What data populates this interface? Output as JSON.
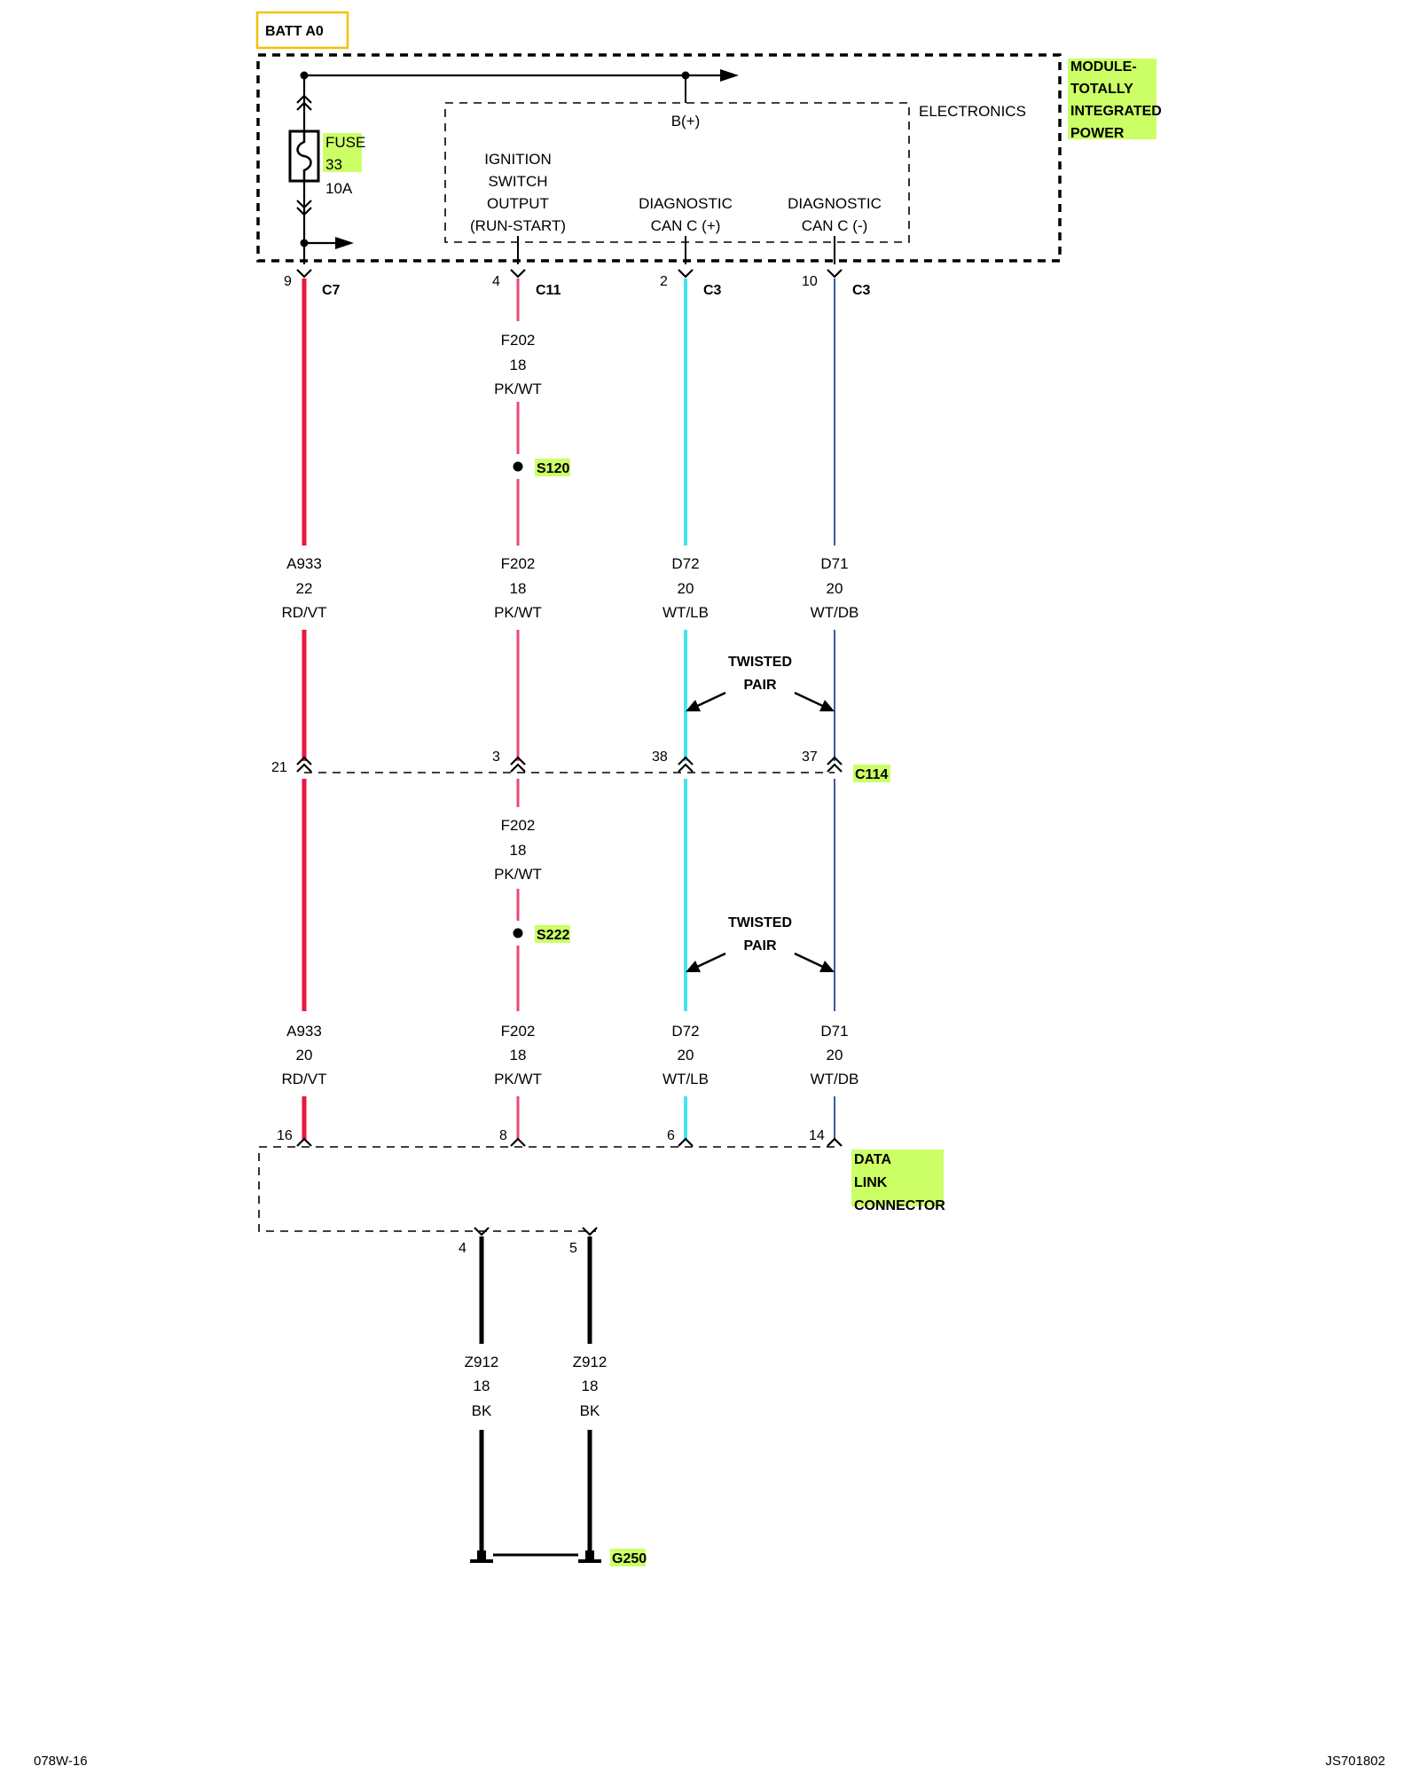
{
  "header": {
    "batt": "BATT A0"
  },
  "module": {
    "title": [
      "MODULE-",
      "TOTALLY",
      "INTEGRATED",
      "POWER"
    ],
    "electronics": "ELECTRONICS",
    "bplus": "B(+)",
    "ignition": [
      "IGNITION",
      "SWITCH",
      "OUTPUT",
      "(RUN-START)"
    ],
    "can_plus": [
      "DIAGNOSTIC",
      "CAN C (+)"
    ],
    "can_minus": [
      "DIAGNOSTIC",
      "CAN C (-)"
    ],
    "fuse": {
      "label": "FUSE",
      "number": "33",
      "rating": "10A"
    }
  },
  "connectors": {
    "c7": {
      "name": "C7",
      "pin": "9"
    },
    "c11": {
      "name": "C11",
      "pin": "4"
    },
    "c3a": {
      "name": "C3",
      "pin": "2"
    },
    "c3b": {
      "name": "C3",
      "pin": "10"
    },
    "c114": {
      "name": "C114",
      "pins": [
        "21",
        "3",
        "38",
        "37"
      ]
    },
    "dlc": {
      "name": [
        "DATA",
        "LINK",
        "CONNECTOR"
      ],
      "pins": [
        "16",
        "8",
        "6",
        "14"
      ],
      "ground_pins": [
        "4",
        "5"
      ]
    }
  },
  "wires": {
    "upper": [
      {
        "circuit": "A933",
        "gauge": "22",
        "color": "RD/VT"
      },
      {
        "circuit": "F202",
        "gauge": "18",
        "color": "PK/WT"
      },
      {
        "circuit": "D72",
        "gauge": "20",
        "color": "WT/LB"
      },
      {
        "circuit": "D71",
        "gauge": "20",
        "color": "WT/DB"
      }
    ],
    "f202_top": {
      "circuit": "F202",
      "gauge": "18",
      "color": "PK/WT"
    },
    "f202_mid": {
      "circuit": "F202",
      "gauge": "18",
      "color": "PK/WT"
    },
    "lower": [
      {
        "circuit": "A933",
        "gauge": "20",
        "color": "RD/VT"
      },
      {
        "circuit": "F202",
        "gauge": "18",
        "color": "PK/WT"
      },
      {
        "circuit": "D72",
        "gauge": "20",
        "color": "WT/LB"
      },
      {
        "circuit": "D71",
        "gauge": "20",
        "color": "WT/DB"
      }
    ],
    "ground": [
      {
        "circuit": "Z912",
        "gauge": "18",
        "color": "BK"
      },
      {
        "circuit": "Z912",
        "gauge": "18",
        "color": "BK"
      }
    ]
  },
  "splices": {
    "s120": "S120",
    "s222": "S222"
  },
  "twisted_pair": [
    "TWISTED",
    "PAIR"
  ],
  "ground": "G250",
  "footer": {
    "left": "078W-16",
    "right": "JS701802"
  },
  "colors": {
    "red_wire": "#e8173d",
    "pink_wire": "#e84a72",
    "cyan_wire": "#44e4f0",
    "blue_wire": "#3a5a9c",
    "black_wire": "#000000",
    "highlight": "#ccff66",
    "batt_border": "#f2c200"
  }
}
